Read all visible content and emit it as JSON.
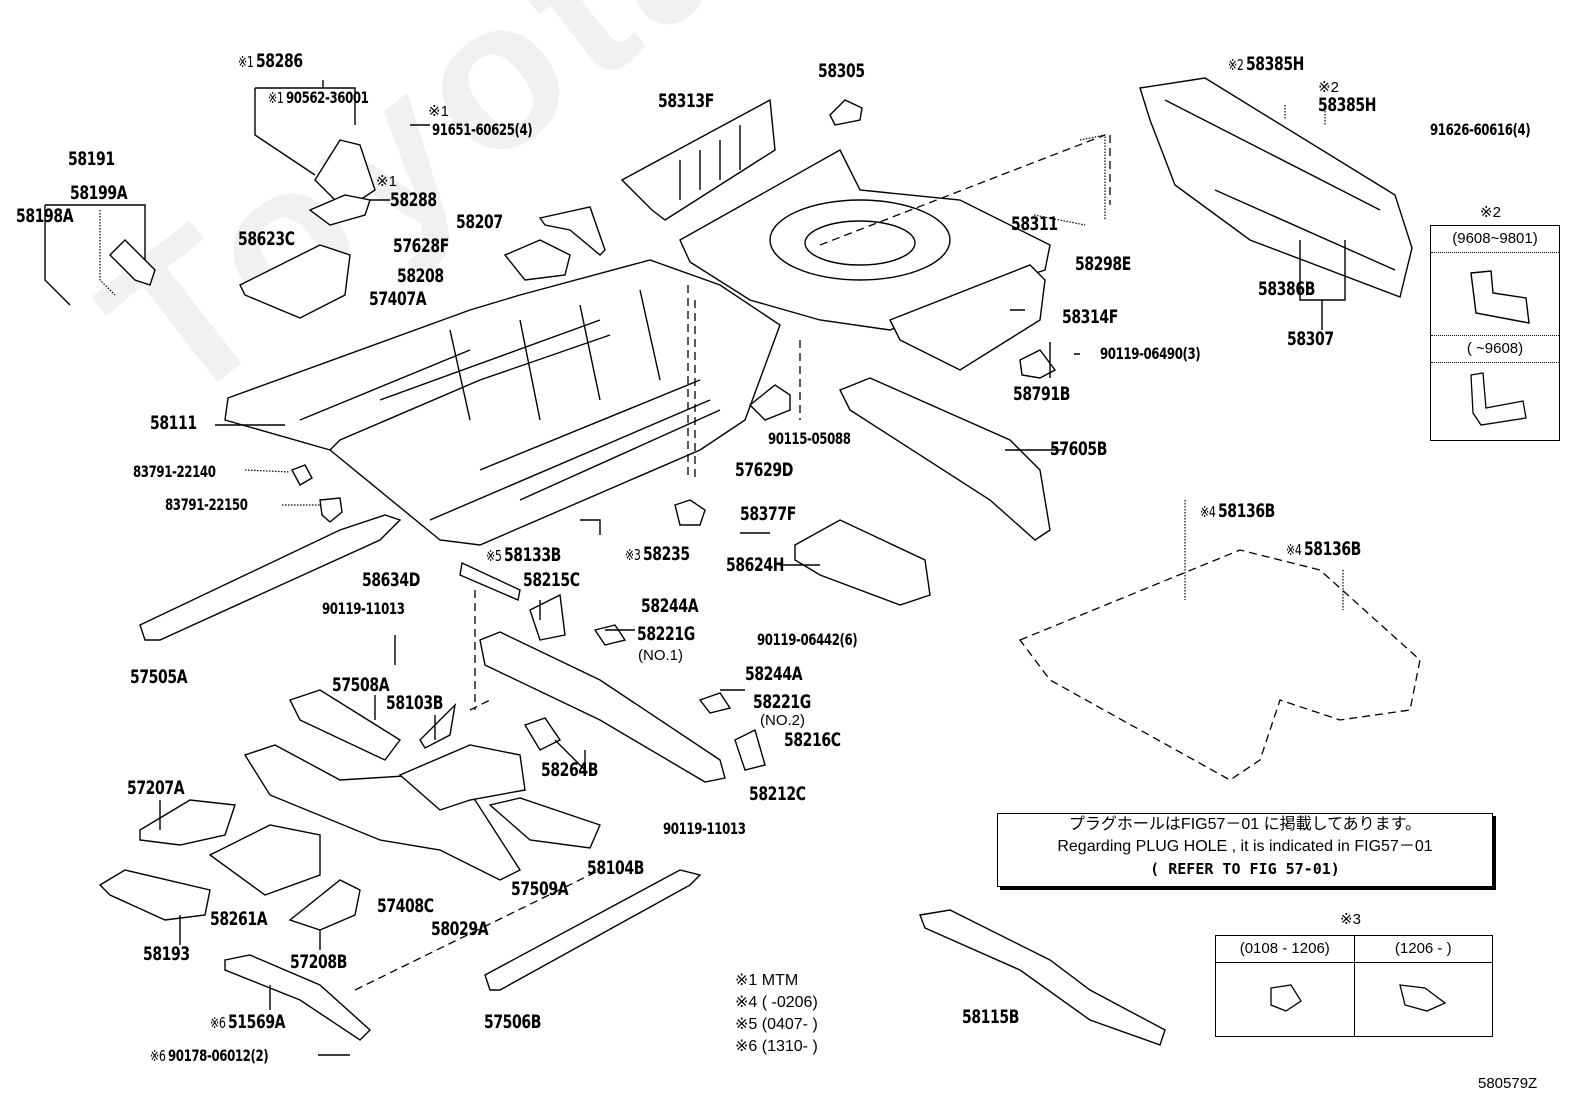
{
  "diagram": {
    "figure_id": "580579Z",
    "watermark": "Toyota-Parts.jp",
    "parts": [
      {
        "id": "58286",
        "mark": "※1"
      },
      {
        "id": "90562-36001",
        "mark": "※1"
      },
      {
        "id": "91651-60625(4)",
        "mark": "※1"
      },
      {
        "id": "58288",
        "mark": "※1"
      },
      {
        "id": "58191",
        "mark": ""
      },
      {
        "id": "58199A",
        "mark": ""
      },
      {
        "id": "58198A",
        "mark": ""
      },
      {
        "id": "58623C",
        "mark": ""
      },
      {
        "id": "58207",
        "mark": ""
      },
      {
        "id": "57628F",
        "mark": ""
      },
      {
        "id": "58208",
        "mark": ""
      },
      {
        "id": "57407A",
        "mark": ""
      },
      {
        "id": "58313F",
        "mark": ""
      },
      {
        "id": "58305",
        "mark": ""
      },
      {
        "id": "58311",
        "mark": ""
      },
      {
        "id": "58298E",
        "mark": ""
      },
      {
        "id": "58385H",
        "mark": "※2"
      },
      {
        "id": "58385H",
        "mark": "※2"
      },
      {
        "id": "91626-60616(4)",
        "mark": ""
      },
      {
        "id": "58386B",
        "mark": ""
      },
      {
        "id": "58307",
        "mark": ""
      },
      {
        "id": "58314F",
        "mark": ""
      },
      {
        "id": "90119-06490(3)",
        "mark": ""
      },
      {
        "id": "58791B",
        "mark": ""
      },
      {
        "id": "58111",
        "mark": ""
      },
      {
        "id": "83791-22140",
        "mark": ""
      },
      {
        "id": "83791-22150",
        "mark": ""
      },
      {
        "id": "90115-05088",
        "mark": ""
      },
      {
        "id": "57629D",
        "mark": ""
      },
      {
        "id": "57605B",
        "mark": ""
      },
      {
        "id": "58377F",
        "mark": ""
      },
      {
        "id": "58133B",
        "mark": "※5"
      },
      {
        "id": "58235",
        "mark": "※3"
      },
      {
        "id": "58624H",
        "mark": ""
      },
      {
        "id": "57505A",
        "mark": ""
      },
      {
        "id": "58634D",
        "mark": ""
      },
      {
        "id": "58215C",
        "mark": ""
      },
      {
        "id": "90119-11013",
        "mark": ""
      },
      {
        "id": "58244A",
        "mark": ""
      },
      {
        "id": "58221G",
        "mark": "",
        "note": "(NO.1)"
      },
      {
        "id": "90119-06442(6)",
        "mark": ""
      },
      {
        "id": "58244A",
        "mark": ""
      },
      {
        "id": "58221G",
        "mark": "",
        "note": "(NO.2)"
      },
      {
        "id": "58216C",
        "mark": ""
      },
      {
        "id": "57508A",
        "mark": ""
      },
      {
        "id": "58103B",
        "mark": ""
      },
      {
        "id": "58264B",
        "mark": ""
      },
      {
        "id": "58212C",
        "mark": ""
      },
      {
        "id": "57207A",
        "mark": ""
      },
      {
        "id": "90119-11013",
        "mark": ""
      },
      {
        "id": "58104B",
        "mark": ""
      },
      {
        "id": "58261A",
        "mark": ""
      },
      {
        "id": "57408C",
        "mark": ""
      },
      {
        "id": "57509A",
        "mark": ""
      },
      {
        "id": "58193",
        "mark": ""
      },
      {
        "id": "58029A",
        "mark": ""
      },
      {
        "id": "57208B",
        "mark": ""
      },
      {
        "id": "57506B",
        "mark": ""
      },
      {
        "id": "51569A",
        "mark": "※6"
      },
      {
        "id": "90178-06012(2)",
        "mark": "※6"
      },
      {
        "id": "58115B",
        "mark": ""
      },
      {
        "id": "58136B",
        "mark": "※4"
      },
      {
        "id": "58136B",
        "mark": "※4"
      }
    ],
    "note": {
      "line_jp": "プラグホールはFIG57－01 に掲載してあります。",
      "line_en": "Regarding  PLUG HOLE , it is indicated in FIG57－01",
      "line_ref": "( REFER TO FIG 57-01)"
    },
    "inset_2": {
      "title": "※2",
      "rows": [
        {
          "label": "(9608~9801)"
        },
        {
          "label": "(        ~9608)"
        }
      ]
    },
    "inset_3": {
      "title": "※3",
      "cols": [
        {
          "label": "(0108 - 1206)"
        },
        {
          "label": "(1206 -       )"
        }
      ]
    },
    "legend": [
      "※1 MTM",
      "※4 (         -0206)",
      "※5 (0407-          )",
      "※6 (1310-          )"
    ]
  }
}
